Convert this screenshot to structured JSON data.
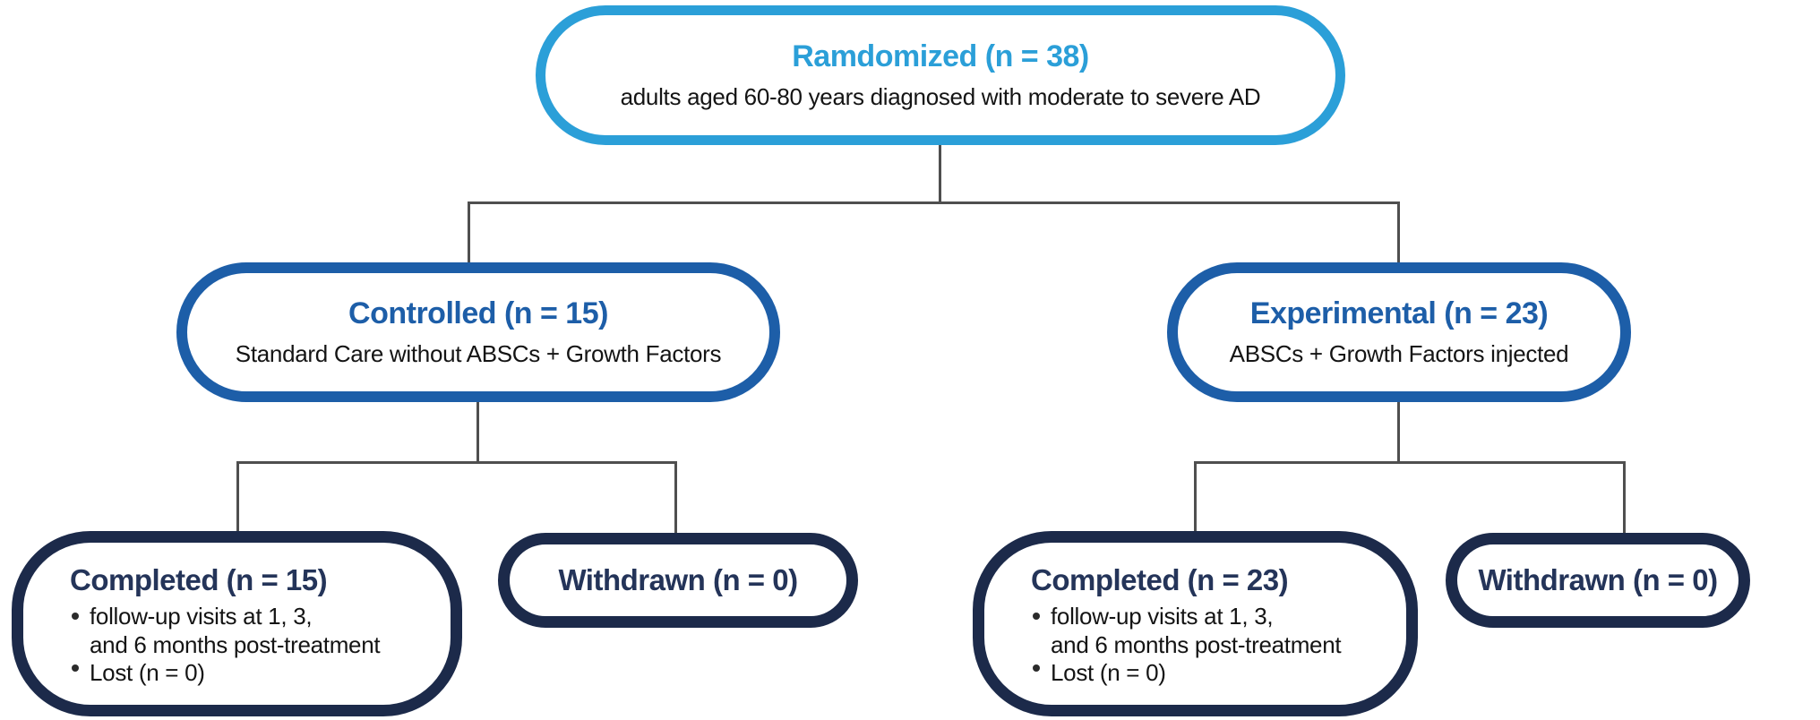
{
  "diagram": {
    "nodes": {
      "randomized": {
        "title": "Ramdomized (n = 38)",
        "subtitle": "adults aged 60-80 years diagnosed with moderate to severe AD"
      },
      "controlled": {
        "title": "Controlled (n = 15)",
        "subtitle": "Standard Care without ABSCs + Growth Factors"
      },
      "experimental": {
        "title": "Experimental (n = 23)",
        "subtitle": "ABSCs + Growth Factors injected"
      },
      "completed_controlled": {
        "title": "Completed (n = 15)",
        "bullets": [
          "follow-up visits at 1, 3,\nand 6 months post-treatment",
          "Lost (n = 0)"
        ]
      },
      "withdrawn_controlled": {
        "title": "Withdrawn (n = 0)"
      },
      "completed_experimental": {
        "title": "Completed (n = 23)",
        "bullets": [
          "follow-up visits at 1, 3,\nand 6 months post-treatment",
          "Lost (n = 0)"
        ]
      },
      "withdrawn_experimental": {
        "title": "Withdrawn (n = 0)"
      }
    },
    "colors": {
      "tier1_blue": "#2B9FD8",
      "tier2_blue": "#1D5EA8",
      "tier3_navy": "#1C2A4A",
      "tier3_title_text": "#243459",
      "body_text": "#141414",
      "connector_gray": "#4F4F4F"
    }
  }
}
